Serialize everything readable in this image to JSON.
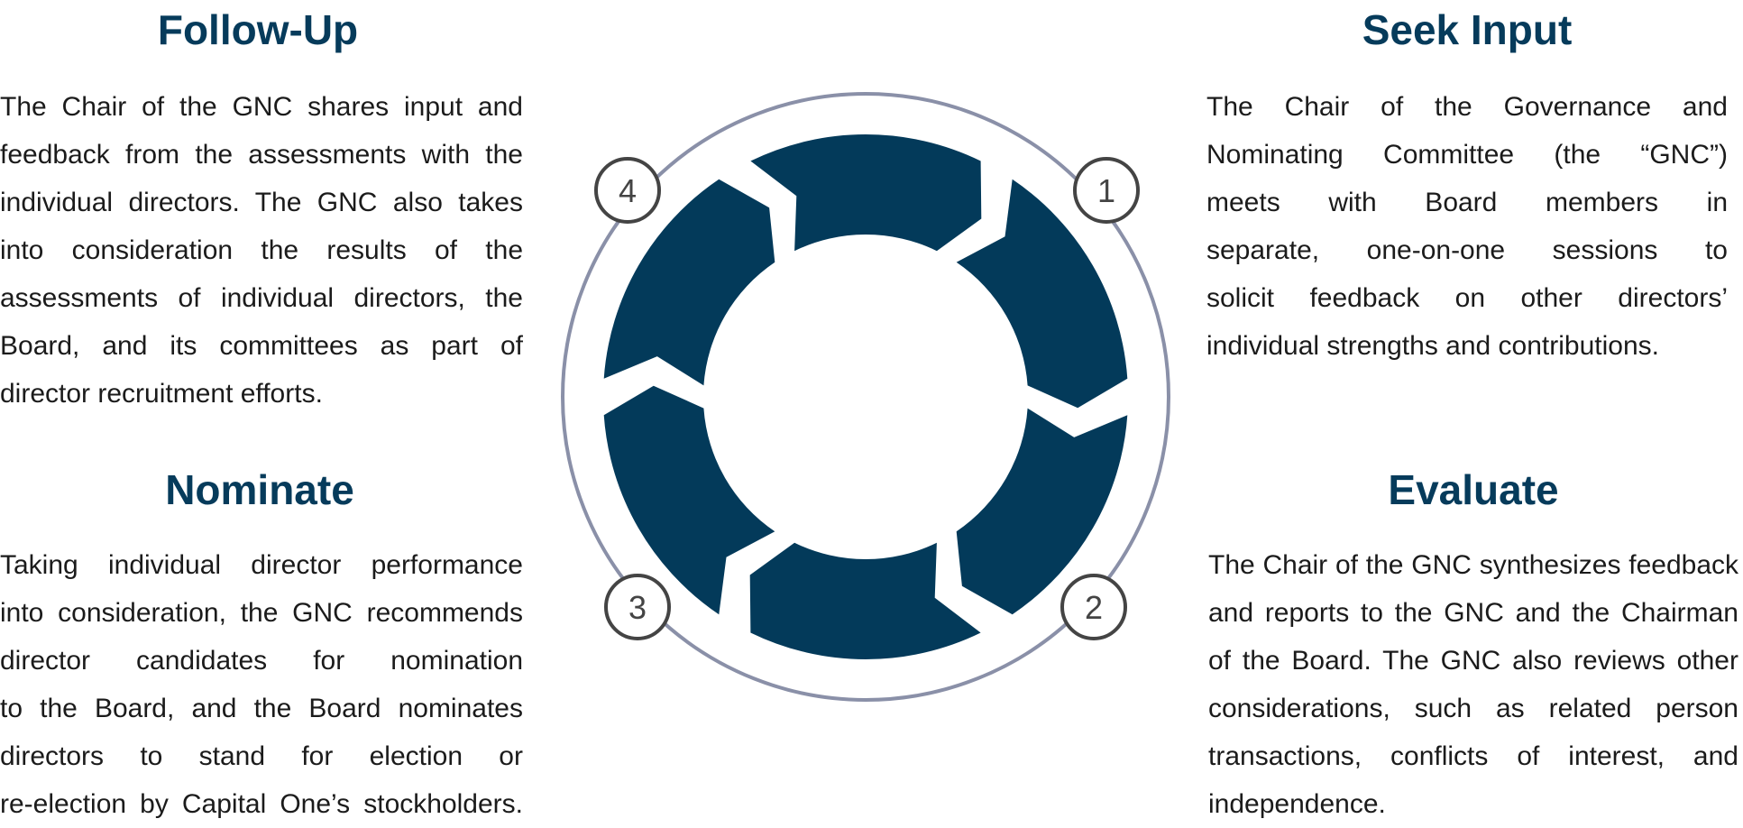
{
  "colors": {
    "heading": "#063b5b",
    "ring": "#033a5a",
    "outer_circle": "#8a90a8",
    "badge": "#444444"
  },
  "steps": [
    {
      "number": "1",
      "title": "Seek Input",
      "lines": [
        "The Chair of the Governance and",
        "Nominating Committee (the “GNC”)",
        "meets with Board members in",
        "separate, one-on-one sessions to",
        "solicit feedback on other directors’",
        "individual strengths and contributions."
      ]
    },
    {
      "number": "2",
      "title": "Evaluate",
      "lines": [
        "The Chair of the GNC synthesizes feedback",
        "and reports to the GNC and the Chairman",
        "of the Board. The GNC also reviews other",
        "considerations, such as related person",
        "transactions, conflicts of interest, and",
        "independence."
      ]
    },
    {
      "number": "3",
      "title": "Nominate",
      "lines": [
        "Taking individual director performance",
        "into consideration, the GNC recommends",
        "director candidates for nomination",
        "to the Board, and the Board nominates",
        "directors to stand for election or",
        "re-election by Capital One’s stockholders."
      ]
    },
    {
      "number": "4",
      "title": "Follow-Up",
      "lines": [
        "The Chair of the GNC shares input and",
        "feedback from the assessments with the",
        "individual directors. The GNC also takes",
        "into consideration the results of the",
        "assessments of individual directors, the",
        "Board, and its committees as part of",
        "director recruitment efforts."
      ]
    }
  ]
}
